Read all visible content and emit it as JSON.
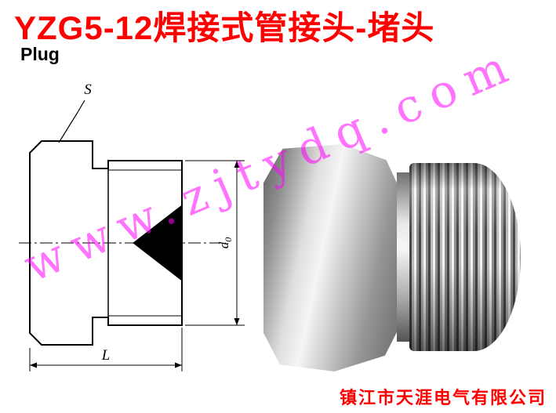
{
  "header": {
    "title": "YZG5-12焊接式管接头-堵头",
    "subtitle": "Plug"
  },
  "drawing_labels": {
    "s": "S",
    "d": "d",
    "d_sub": "0",
    "l": "L"
  },
  "watermark": "www.zjtydq.com",
  "company": "镇江市天涯电气有限公司",
  "colors": {
    "title": "#FF0000",
    "company": "#FF0000",
    "watermark": "#FF00FF",
    "drawing_line": "#000000"
  }
}
